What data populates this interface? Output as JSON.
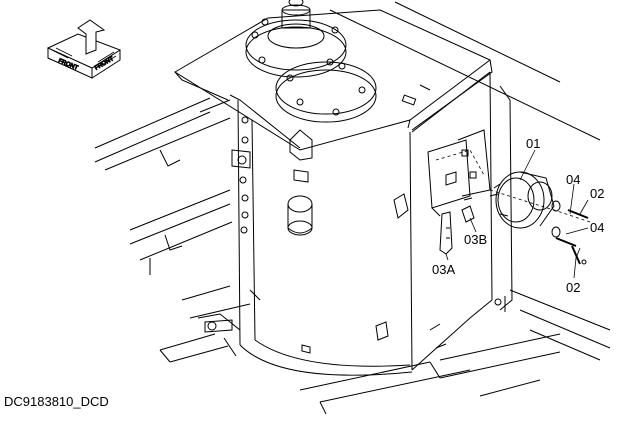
{
  "figure": {
    "caption": "DC9183810_DCD",
    "orientation_icon": {
      "label": "FRONT"
    },
    "callouts": {
      "c01": "01",
      "c02a": "02",
      "c02b": "02",
      "c03a": "03A",
      "c03b": "03B",
      "c04a": "04",
      "c04b": "04"
    },
    "colors": {
      "line": "#000000",
      "background": "#ffffff"
    }
  }
}
